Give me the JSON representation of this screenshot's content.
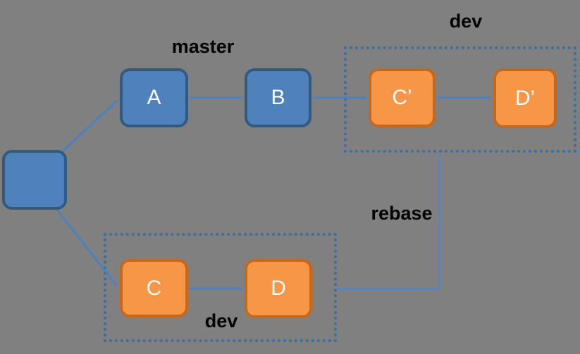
{
  "diagram": {
    "type": "git-rebase-flow",
    "labels": {
      "master": "master",
      "dev_top": "dev",
      "rebase": "rebase",
      "dev_bottom": "dev"
    },
    "nodes": {
      "root": "",
      "a": "A",
      "b": "B",
      "c_prime": "C’",
      "d_prime": "D’",
      "c": "C",
      "d": "D"
    },
    "colors": {
      "background": "#808080",
      "commit_blue_fill": "#4F81BD",
      "commit_blue_border": "#34597F",
      "commit_orange_fill": "#F79646",
      "commit_orange_border": "#C4681E",
      "arrow_blue": "#4A80C0",
      "rebase_arrow_blue": "#4E86C8",
      "dotted_box_blue": "#3B6EA3",
      "label_text": "#000000",
      "node_text": "#FFFFFF"
    }
  }
}
